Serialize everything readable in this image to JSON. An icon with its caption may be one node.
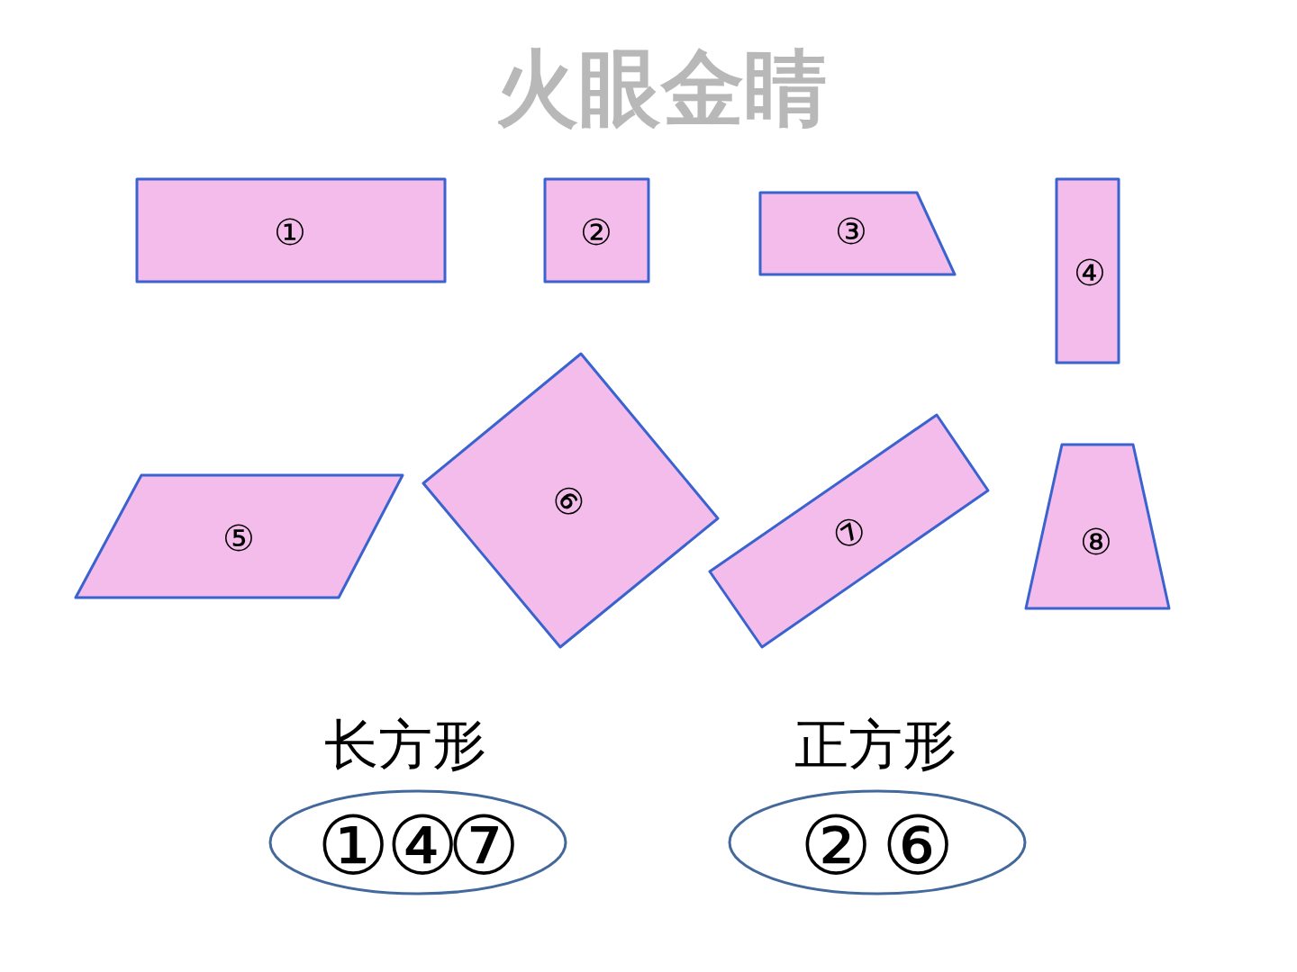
{
  "diagram": {
    "title": "火眼金睛",
    "nodes": [
      {
        "text": [
          "①"
        ]
      },
      {
        "text": [
          "②"
        ]
      },
      {
        "text": [
          "③"
        ]
      },
      {
        "text": [
          "④"
        ]
      },
      {
        "text": [
          "⑤"
        ]
      },
      {
        "text": [
          "⑥"
        ]
      },
      {
        "text": [
          "⑦"
        ]
      },
      {
        "text": [
          "⑧"
        ]
      },
      {
        "text": [
          "长方形",
          "①",
          "④",
          "⑦"
        ]
      },
      {
        "text": [
          "正方形",
          "②",
          "⑥"
        ]
      }
    ]
  }
}
